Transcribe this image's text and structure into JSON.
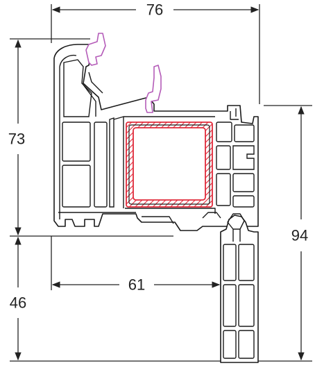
{
  "dimensions": {
    "top_width": "76",
    "left_upper_height": "73",
    "left_lower_height": "46",
    "right_height": "94",
    "inner_width": "61"
  },
  "colors": {
    "line": "#1a1a1a",
    "steel_reinforcement": "#e02a3a",
    "gasket": "#b45bb8",
    "background": "#ffffff"
  }
}
